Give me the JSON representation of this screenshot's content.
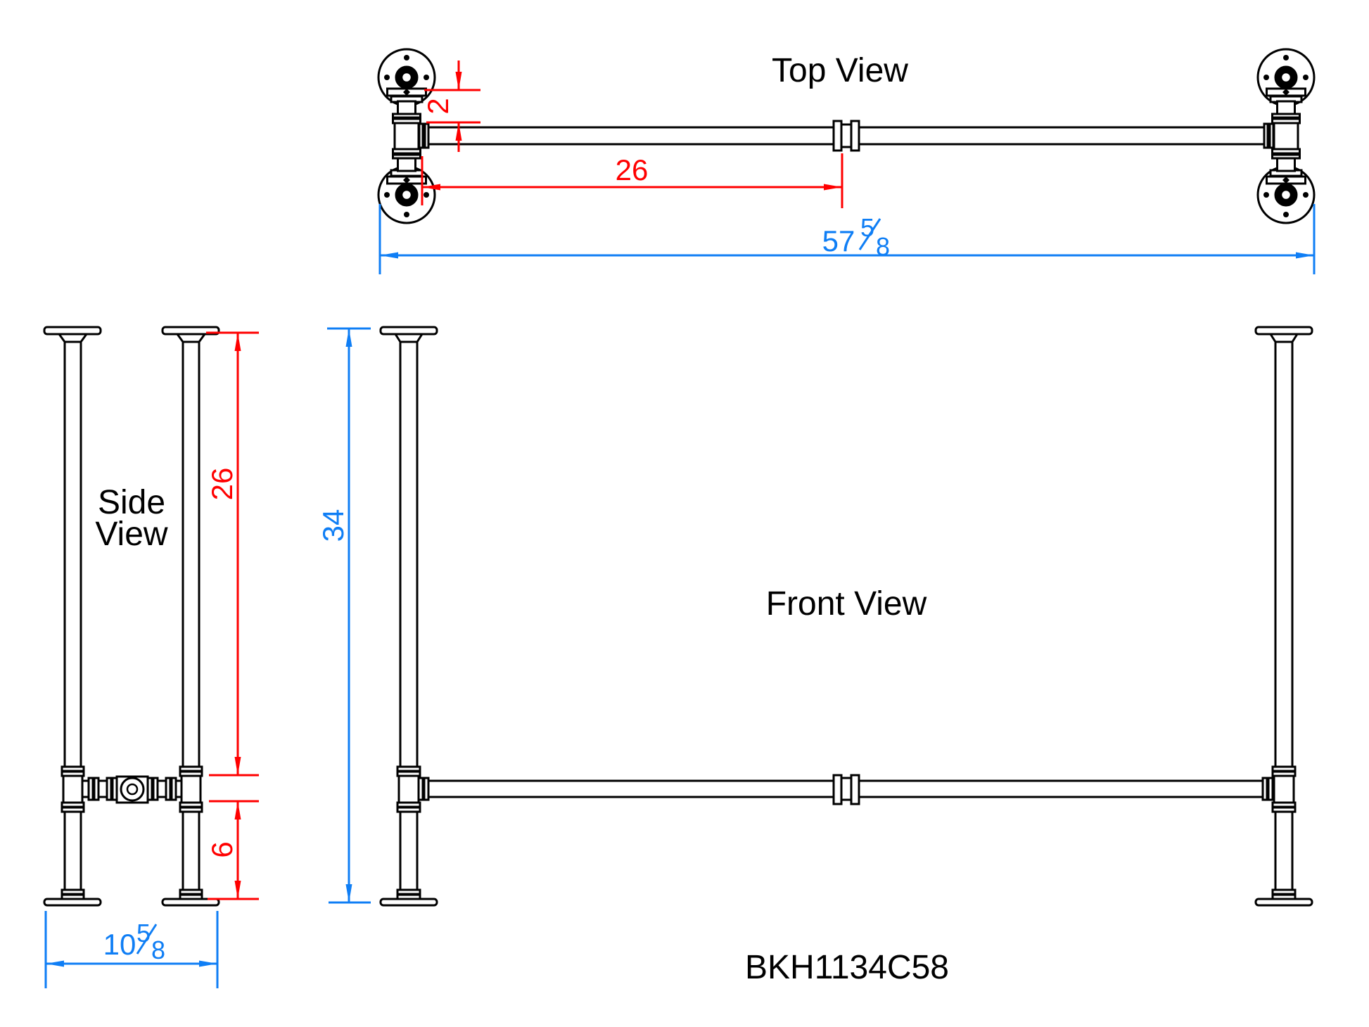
{
  "titles": {
    "top_view": "Top View",
    "side_line1": "Side",
    "side_line2": "View",
    "front_view": "Front View"
  },
  "part_number": "BKH1134C58",
  "colors": {
    "line_black": "#000000",
    "dimension_red": "#ff0000",
    "dimension_blue": "#0f7ef5"
  },
  "dimensions": {
    "top": {
      "flange_to_rail": "2",
      "leg_to_coupling": "26",
      "overall": {
        "whole": "57",
        "num": "5",
        "den": "8"
      }
    },
    "side": {
      "top_to_stretcher": "26",
      "stretcher_to_floor": "6",
      "depth": {
        "whole": "10",
        "num": "5",
        "den": "8"
      }
    },
    "front": {
      "overall_height": "34"
    }
  }
}
